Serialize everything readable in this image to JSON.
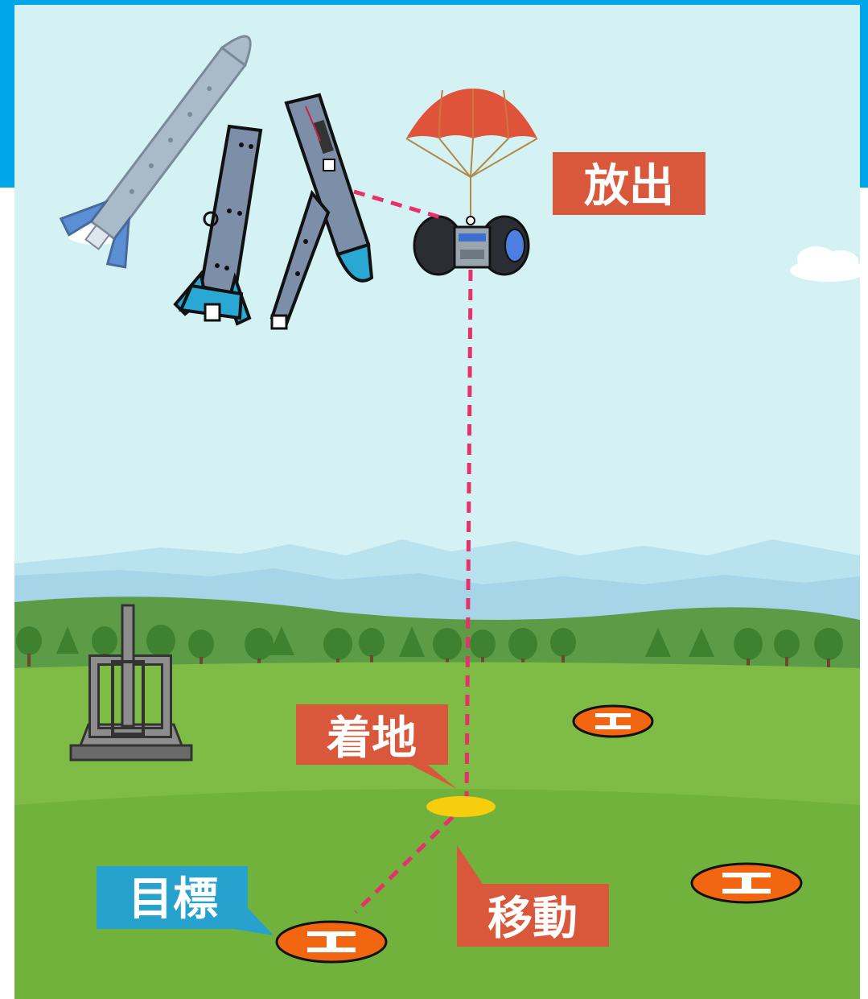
{
  "labels": {
    "release": "放出",
    "landing": "着地",
    "target": "目標",
    "move": "移動"
  },
  "colors": {
    "frame_blue": "#00a6ea",
    "sky": "#d4f1f4",
    "label_red": "#d9583b",
    "label_blue": "#27a2cf",
    "path_pink": "#e8306a",
    "target_orange": "#f26511",
    "landing_yellow": "#f7ce0e",
    "grass": "#77b843"
  },
  "icons": {
    "rocket": "rocket-icon",
    "parachute": "parachute-icon",
    "rover": "rover-icon",
    "launcher": "launcher-icon",
    "target": "target-marker-icon"
  }
}
